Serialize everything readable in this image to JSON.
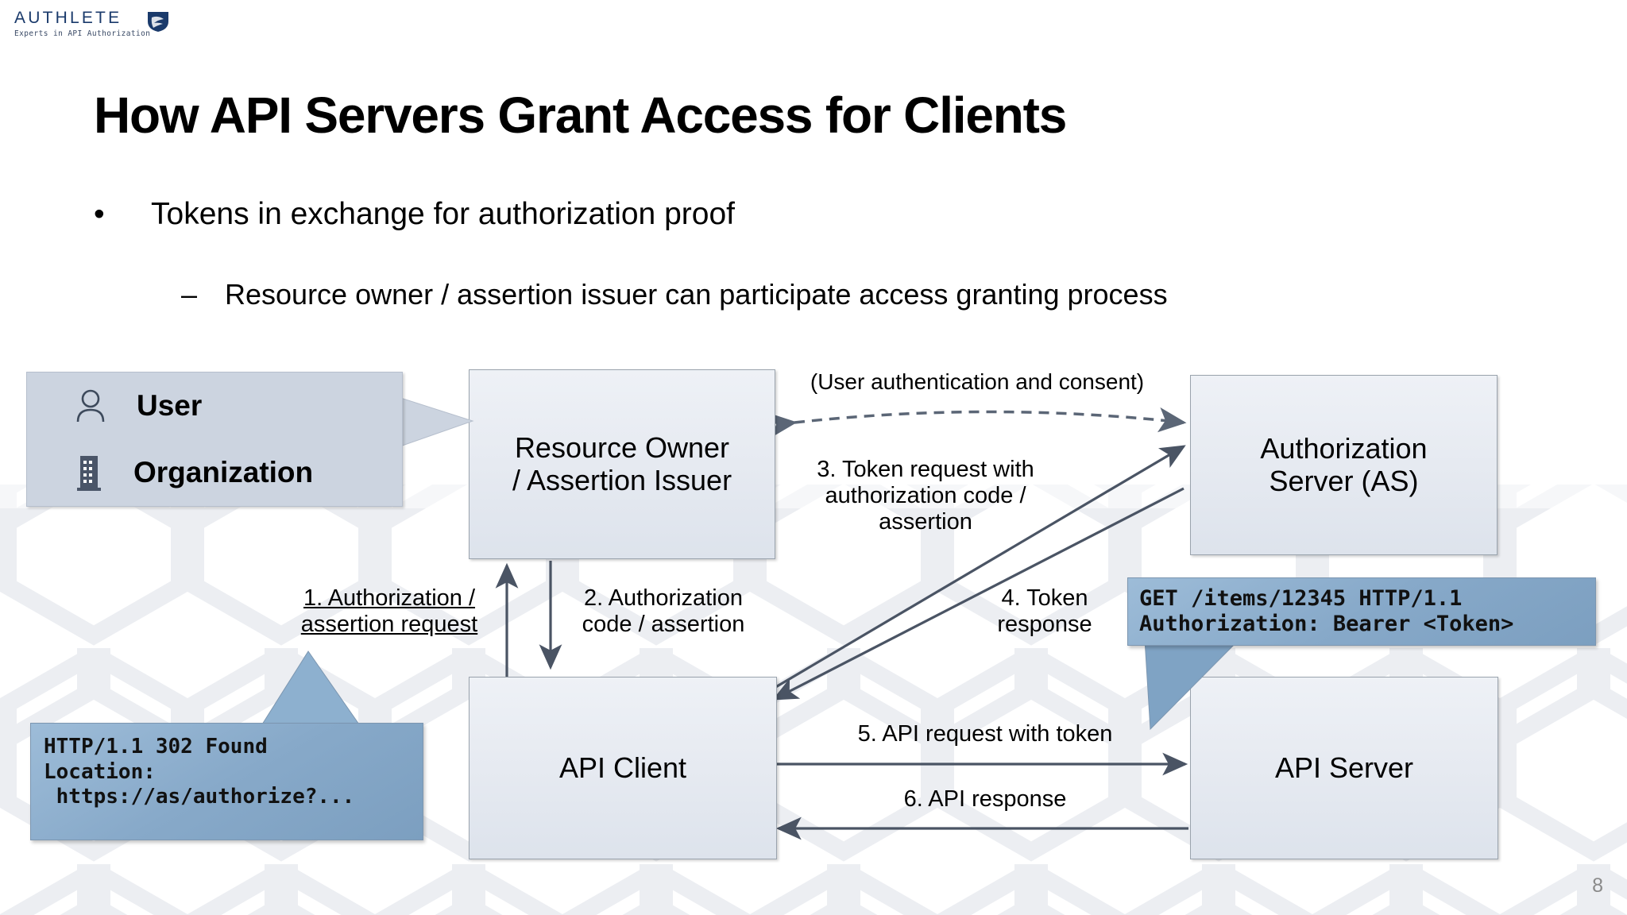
{
  "logo": {
    "wordmark": "AUTHLETE",
    "tagline": "Experts in API Authorization",
    "icon": "shield-icon",
    "color": "#1a3a6b"
  },
  "slide": {
    "title": "How API Servers Grant Access for Clients",
    "page_number": "8",
    "bullets": [
      {
        "marker": "•",
        "text": "Tokens in exchange for authorization proof",
        "level": 1
      },
      {
        "marker": "–",
        "text": "Resource owner / assertion issuer can participate access granting process",
        "level": 2
      }
    ]
  },
  "diagram": {
    "nodes": [
      {
        "id": "resource-owner",
        "label": "Resource Owner\n/ Assertion Issuer"
      },
      {
        "id": "authorization-server",
        "label": "Authorization\nServer (AS)"
      },
      {
        "id": "api-client",
        "label": "API Client"
      },
      {
        "id": "api-server",
        "label": "API Server"
      }
    ],
    "actor_callout": {
      "items": [
        {
          "icon": "person-icon",
          "label": "User"
        },
        {
          "icon": "building-icon",
          "label": "Organization"
        }
      ],
      "background": "#ccd4e0",
      "points_to": "resource-owner"
    },
    "arrow_labels": [
      {
        "id": "auth-consent",
        "text": "(User authentication  and consent)",
        "style": "dashed-bidirectional"
      },
      {
        "id": "step-1",
        "text": "1. Authorization /\nassertion request",
        "underline": true
      },
      {
        "id": "step-2",
        "text": "2. Authorization\ncode / assertion"
      },
      {
        "id": "step-3",
        "text": "3. Token request with\nauthorization  code /\nassertion"
      },
      {
        "id": "step-4",
        "text": "4. Token\nresponse"
      },
      {
        "id": "step-5",
        "text": "5. API request with token"
      },
      {
        "id": "step-6",
        "text": "6. API response"
      }
    ],
    "code_callouts": [
      {
        "id": "get-items",
        "lines": "GET /items/12345 HTTP/1.1\nAuthorization: Bearer <Token>",
        "background": "#87a9c9",
        "points_to": "api-server"
      },
      {
        "id": "http-302",
        "lines": "HTTP/1.1 302 Found\nLocation:\n https://as/authorize?...",
        "background": "#87a9c9",
        "points_to": "step-1"
      }
    ]
  },
  "colors": {
    "node_fill": "#e6eaf1",
    "node_border": "#9aa3ad",
    "arrow": "#4a5464",
    "callout_blue": "#87a9c9",
    "callout_gray": "#ccd4e0",
    "brand": "#1a3a6b"
  }
}
